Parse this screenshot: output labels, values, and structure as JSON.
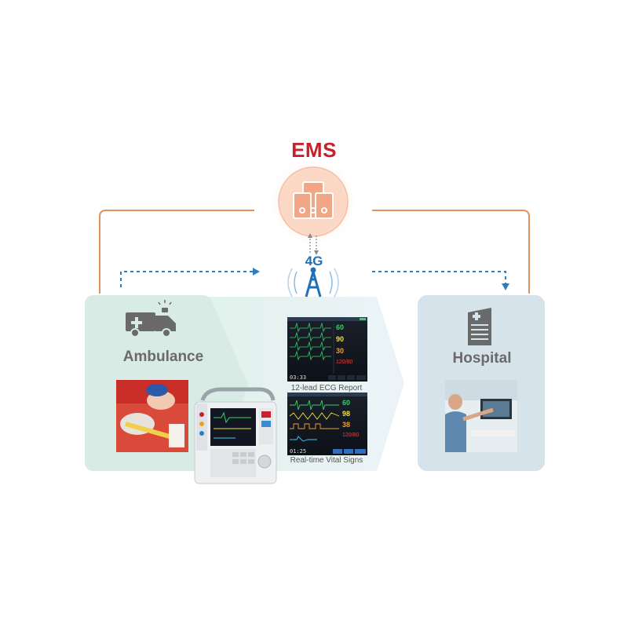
{
  "ems": {
    "title": "EMS",
    "network_label": "4G"
  },
  "ambulance": {
    "label": "Ambulance"
  },
  "hospital": {
    "label": "Hospital"
  },
  "screens": [
    {
      "caption": "12-lead ECG Report",
      "time": "03:33",
      "values": [
        "60",
        "90",
        "30",
        "120",
        "80"
      ]
    },
    {
      "caption": "Real-time Vital Signs",
      "time": "01:25",
      "values": [
        "60",
        "98",
        "38",
        "120",
        "80"
      ]
    }
  ],
  "colors": {
    "ems_red": "#c8202a",
    "network_blue": "#1e6fb8",
    "link_orange": "#e0925a",
    "ambulance_panel": "#d8ebe4",
    "hospital_panel": "#d6e3ea",
    "icon_gray": "#6a6a6a"
  }
}
